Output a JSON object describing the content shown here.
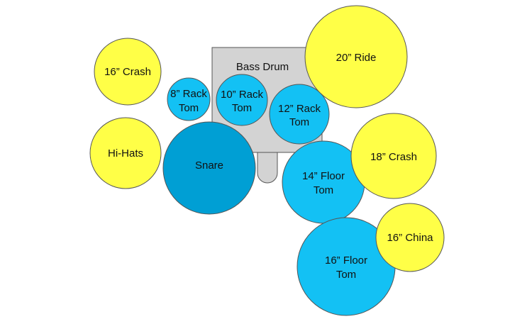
{
  "colors": {
    "cymbal": "#FFFF47",
    "drum": "#13C1F4",
    "snare": "#009FD4",
    "bass_drum": "#D3D3D3",
    "outline": "#555555"
  },
  "bass_drum": {
    "label": "Bass Drum"
  },
  "cymbals": {
    "crash_16": {
      "line1": "16” Crash"
    },
    "hi_hats": {
      "line1": "Hi-Hats"
    },
    "ride_20": {
      "line1": "20” Ride"
    },
    "crash_18": {
      "line1": "18” Crash"
    },
    "china_16": {
      "line1": "16” China"
    }
  },
  "drums": {
    "rack_tom_8": {
      "line1": "8” Rack",
      "line2": "Tom"
    },
    "rack_tom_10": {
      "line1": "10” Rack",
      "line2": "Tom"
    },
    "rack_tom_12": {
      "line1": "12” Rack",
      "line2": "Tom"
    },
    "snare": {
      "line1": "Snare"
    },
    "floor_tom_14": {
      "line1": "14” Floor",
      "line2": "Tom"
    },
    "floor_tom_16": {
      "line1": "16” Floor",
      "line2": "Tom"
    }
  }
}
